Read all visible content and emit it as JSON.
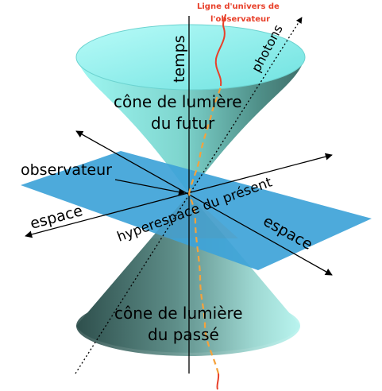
{
  "labels": {
    "worldline_line1": "Ligne d'univers de",
    "worldline_line2": "l'observateur",
    "time_axis": "temps",
    "photons": "photons",
    "future_cone_line1": "cône de lumière",
    "future_cone_line2": "du futur",
    "observer": "observateur",
    "space_left": "espace",
    "space_right": "espace",
    "hyperspace": "hyperespace du présent",
    "past_cone_line1": "cône de lumière",
    "past_cone_line2": "du passé"
  },
  "colors": {
    "worldline": "#e8402a",
    "worldline_dashed": "#f5a23c",
    "plane": "#3ea3d8",
    "cone_light": "#8ff2ee",
    "cone_dark": "#4f7f7a",
    "text": "#000000"
  }
}
